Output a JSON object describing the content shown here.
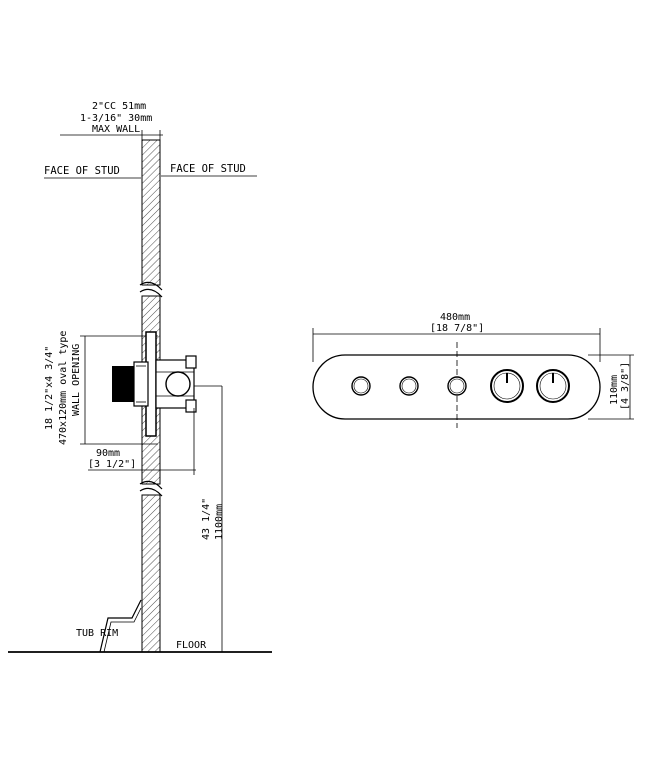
{
  "side_view": {
    "cc_label": "2\"CC 51mm",
    "min_label": "1-3/16\" 30mm",
    "max_wall_label": "MAX WALL",
    "face_of_stud_left": "FACE OF STUD",
    "face_of_stud_right": "FACE OF STUD",
    "opening_line1": "18 1/2\"x4 3/4\"",
    "opening_line2": "470x120mm oval type",
    "opening_line3": "WALL OPENING",
    "depth_mm": "90mm",
    "depth_in": "[3 1/2\"]",
    "height_in": "43 1/4\"",
    "height_mm": "1100mm",
    "tub_rim": "TUB RIM",
    "floor": "FLOOR"
  },
  "front_view": {
    "width_mm": "480mm",
    "width_in": "[18 7/8\"]",
    "height_mm": "110mm",
    "height_in": "[4 3/8\"]",
    "small_controls": 3,
    "large_knobs": 2
  }
}
